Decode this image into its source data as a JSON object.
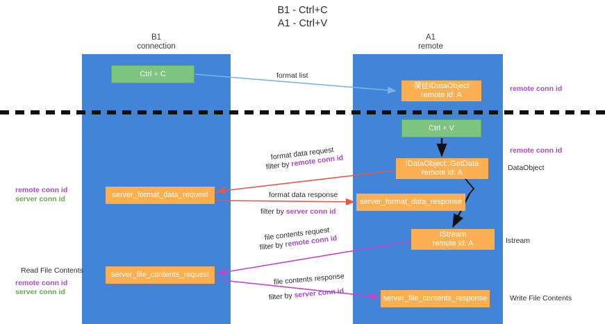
{
  "title": "B1 - Ctrl+C\nA1 - Ctrl+V",
  "title_line1": "B1 - Ctrl+C",
  "title_line2": "A1 - Ctrl+V",
  "colors": {
    "lane": "#4285d8",
    "box_orange": "#fbaf50",
    "box_green": "#7cc47f",
    "accent_purple": "#a64bc4",
    "accent_green": "#6aa84f",
    "arrow_red": "#e8564a",
    "arrow_blue": "#79b4e8",
    "arrow_magenta": "#c642c6",
    "arrow_black": "#000000",
    "divider": "#1a1a1a",
    "text": "#2b2b2b"
  },
  "lanes": [
    {
      "id": "b1",
      "title": "B1",
      "subtitle": "connection"
    },
    {
      "id": "a1",
      "title": "A1",
      "subtitle": "remote"
    }
  ],
  "boxes": {
    "ctrl_c": "Ctrl + C",
    "dataobject_line1": "俣佳IDataObject",
    "dataobject_line2": "remote id: A",
    "ctrl_v": "Ctrl + V",
    "getdata_line1": "IDataObject::GetData",
    "getdata_line2": "remote id: A",
    "server_format_data_request": "server_format_data_request",
    "server_format_data_response": "server_format_data_response",
    "istream_line1": "IStream",
    "istream_line2": "remote id: A",
    "server_file_contents_request": "server_file_contents_request",
    "server_file_contents_response": "server_file_contents_response"
  },
  "arrow_labels": {
    "format_list": "format list",
    "format_data_request": "format data request",
    "filter_by": "filter by ",
    "remote_conn_id": "remote conn id",
    "format_data_response": "format data response",
    "server_conn_id": "server conn id",
    "file_contents_request": "file contents request",
    "file_contents_response": "file contents response"
  },
  "side_labels": {
    "remote_conn_id_top": "remote conn id",
    "remote_conn_id_mid": "remote conn id",
    "dataobject": "DataObject",
    "istream": "Istream",
    "write_file_contents": "Write File Contents",
    "read_file_contents": "Read File Contents",
    "remote_conn_id": "remote conn id",
    "server_conn_id": "server conn id"
  }
}
